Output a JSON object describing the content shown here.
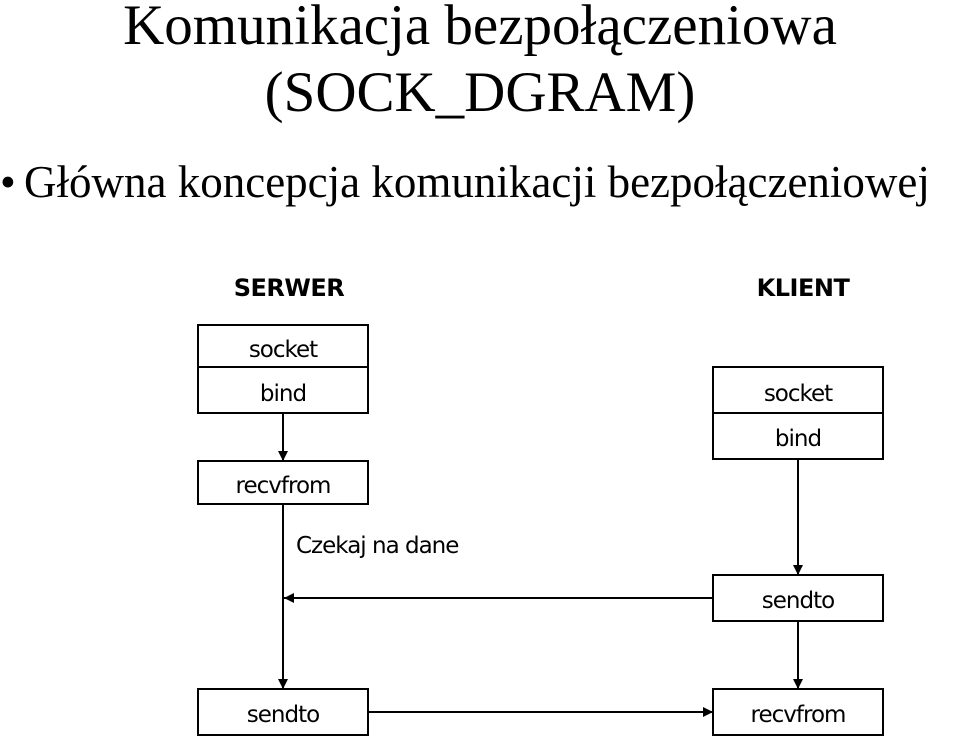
{
  "slide": {
    "title_line1": "Komunikacja bezpołączeniowa",
    "title_line2": "(SOCK_DGRAM)",
    "bullet_symbol": "•",
    "bullet_text": "Główna koncepcja komunikacji bezpołączeniowej"
  },
  "diagram": {
    "server_heading": "SERWER",
    "client_heading": "KLIENT",
    "server_boxes": {
      "socket": "socket",
      "bind": "bind",
      "recvfrom": "recvfrom",
      "sendto": "sendto"
    },
    "client_boxes": {
      "socket": "socket",
      "bind": "bind",
      "sendto": "sendto",
      "recvfrom": "recvfrom"
    },
    "wait_note": "Czekaj na dane",
    "colors": {
      "line": "#000000",
      "box_fill": "#ffffff"
    }
  }
}
